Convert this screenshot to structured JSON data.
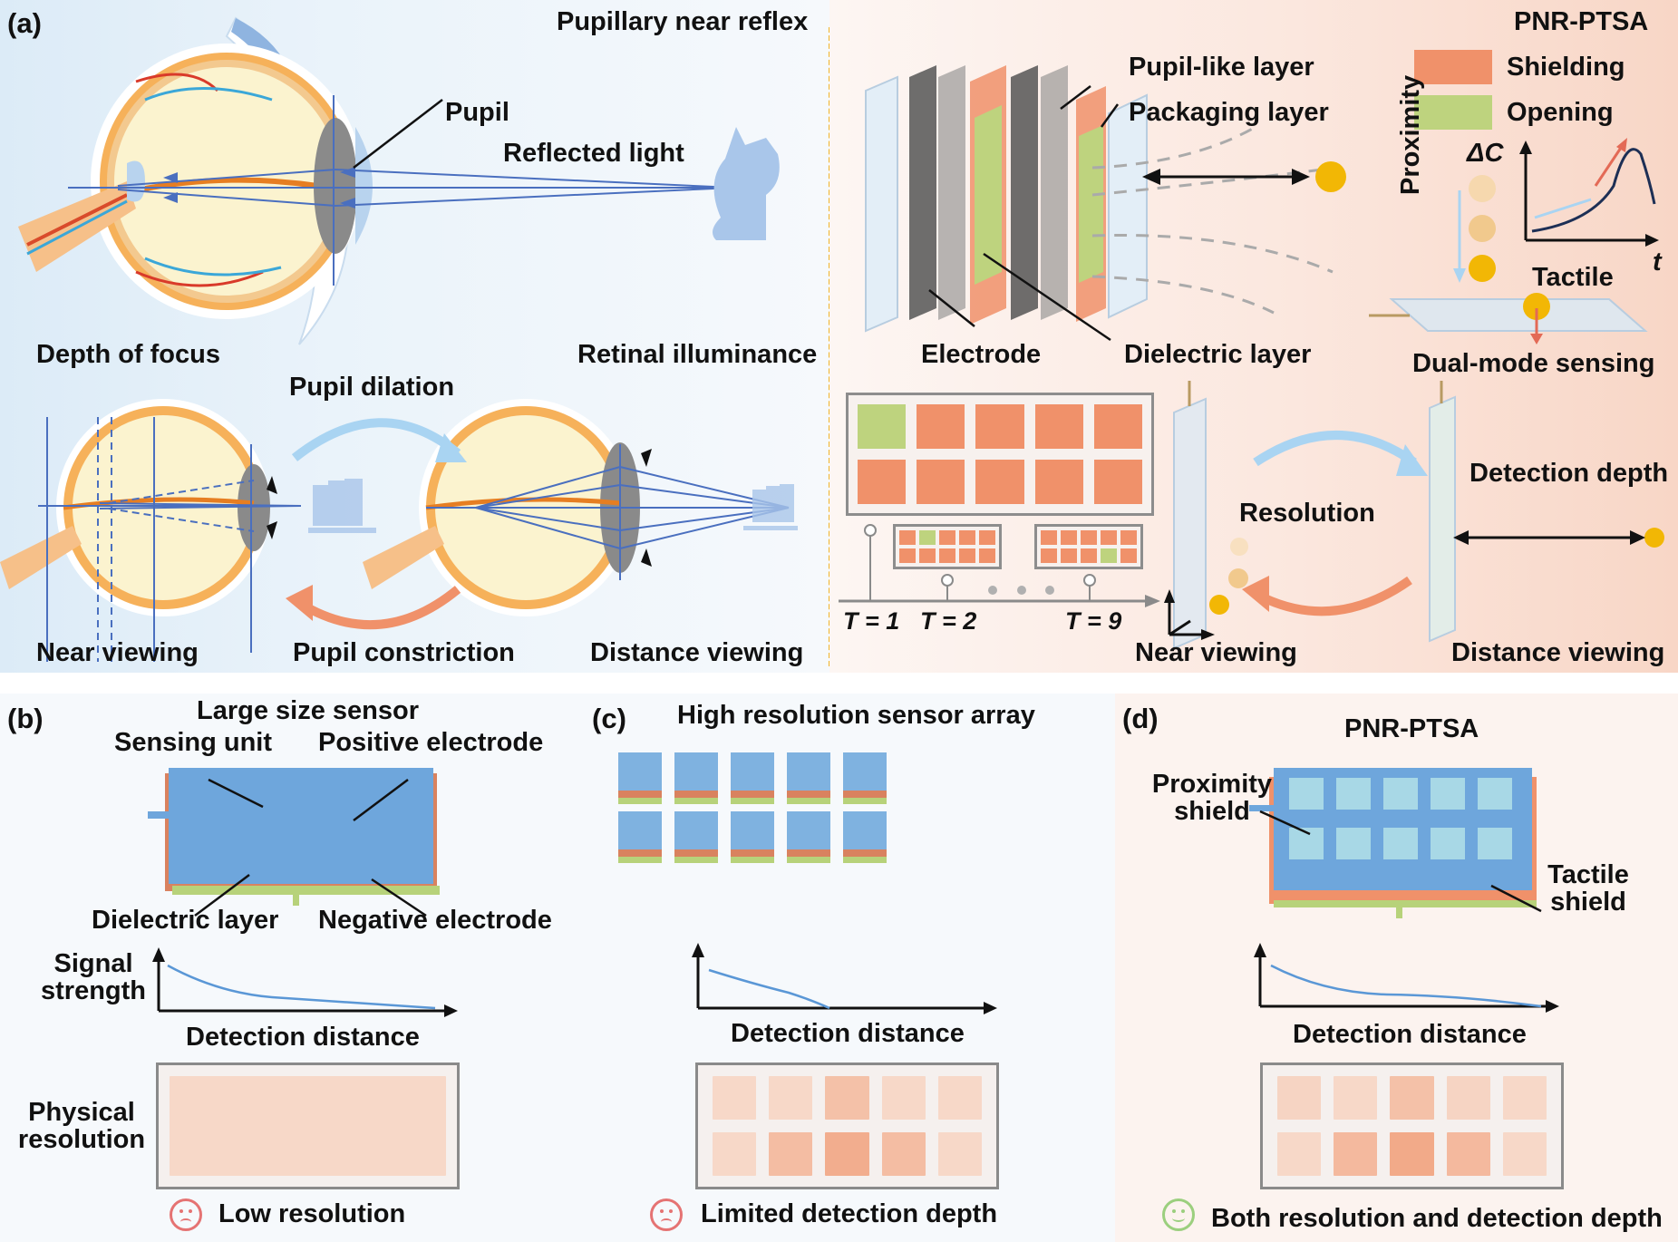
{
  "colors": {
    "shielding": "#f0916a",
    "opening": "#bed37e",
    "eye_blue": "#4a6fbf",
    "electrode_blue": "#6ea6dc",
    "dielectric_orange": "#e9825f",
    "negative_green": "#b7d27a",
    "signal_line": "#5a97d6",
    "arrow_blue": "#a9d4f2",
    "arrow_orange": "#f0916a",
    "sad_face": "#e57373",
    "happy_face": "#9bcf7e",
    "divider": "#f0b429",
    "sphere": "#f2b705"
  },
  "panel_a": {
    "label": "(a)",
    "left": {
      "title": "Pupillary near reflex",
      "pupil": "Pupil",
      "reflected_light": "Reflected light",
      "depth_of_focus": "Depth of focus",
      "retinal_illuminance": "Retinal illuminance",
      "pupil_dilation": "Pupil dilation",
      "pupil_constriction": "Pupil constriction",
      "near_viewing": "Near viewing",
      "distance_viewing": "Distance viewing"
    },
    "right": {
      "title": "PNR-PTSA",
      "pupil_like_layer": "Pupil-like layer",
      "packaging_layer": "Packaging layer",
      "electrode": "Electrode",
      "dielectric_layer": "Dielectric layer",
      "legend": [
        {
          "label": "Shielding",
          "color_key": "shielding"
        },
        {
          "label": "Opening",
          "color_key": "opening"
        }
      ],
      "proximity": "Proximity",
      "delta_c": "ΔC",
      "time_axis": "t",
      "tactile": "Tactile",
      "dual_mode_sensing": "Dual-mode sensing",
      "resolution": "Resolution",
      "detection_depth": "Detection depth",
      "near_viewing": "Near viewing",
      "distance_viewing": "Distance viewing",
      "scan": {
        "full_grid_open_index": 0,
        "frames": [
          {
            "label": "T = 1",
            "open_index": null
          },
          {
            "label": "T = 2",
            "open_index": 1
          },
          {
            "label": "T = 9",
            "open_index": 8
          }
        ]
      }
    }
  },
  "panel_b": {
    "label": "(b)",
    "title": "Large size sensor",
    "sensing_unit": "Sensing unit",
    "positive_electrode": "Positive electrode",
    "dielectric_layer": "Dielectric layer",
    "negative_electrode": "Negative electrode",
    "y_axis": "Signal strength",
    "x_axis": "Detection distance",
    "resolution_label": "Physical resolution",
    "verdict": "Low resolution",
    "verdict_icon": "sad-face-icon",
    "heat_intensity": [
      0.15
    ]
  },
  "panel_c": {
    "label": "(c)",
    "title": "High resolution sensor array",
    "x_axis": "Detection distance",
    "verdict": "Limited detection depth",
    "verdict_icon": "sad-face-icon",
    "heat_intensity": [
      0.15,
      0.15,
      0.45,
      0.15,
      0.15,
      0.15,
      0.5,
      0.7,
      0.5,
      0.15
    ]
  },
  "panel_d": {
    "label": "(d)",
    "title": "PNR-PTSA",
    "proximity_shield": "Proximity shield",
    "tactile_shield": "Tactile shield",
    "x_axis": "Detection distance",
    "verdict": "Both resolution and detection depth",
    "verdict_icon": "happy-face-icon",
    "heat_intensity": [
      0.2,
      0.15,
      0.45,
      0.2,
      0.15,
      0.15,
      0.55,
      0.75,
      0.55,
      0.15
    ]
  }
}
